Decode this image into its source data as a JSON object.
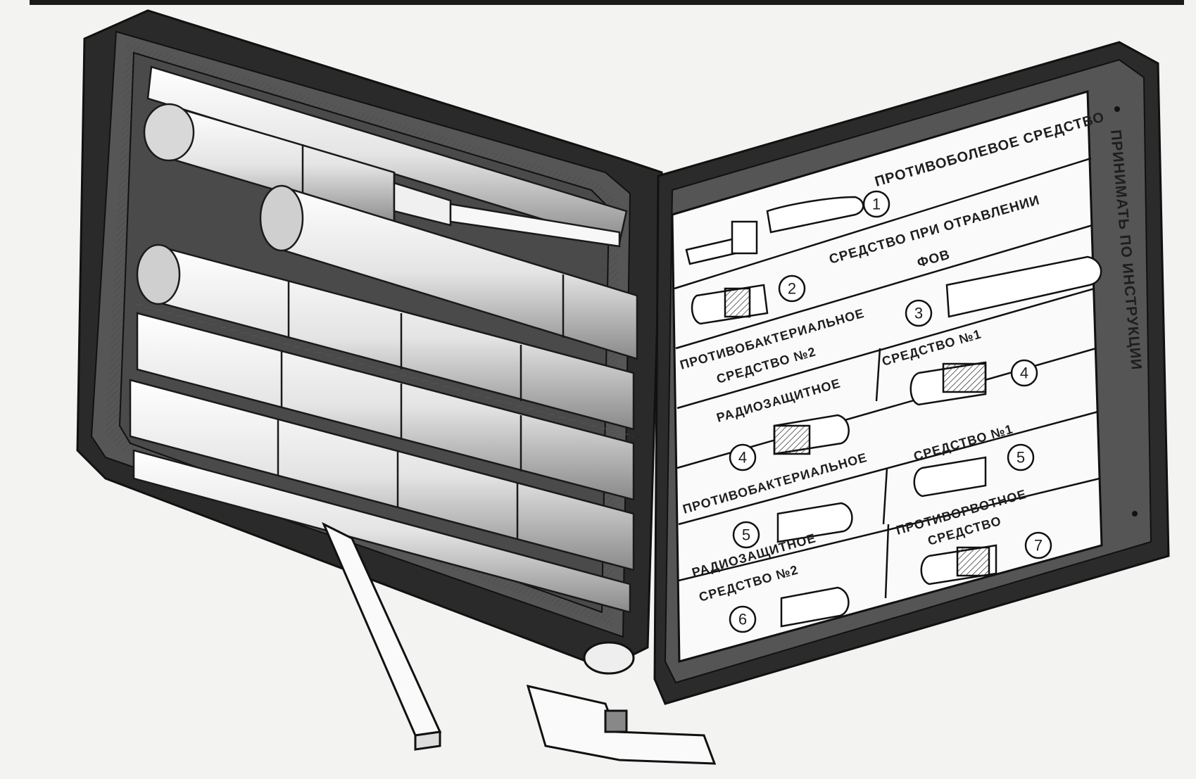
{
  "lid_labels": {
    "side_instruction": "ПРИНИМАТЬ ПО ИНСТРУКЦИИ",
    "item1": "ПРОТИВОБОЛЕВОЕ СРЕДСТВО",
    "item2_line1": "СРЕДСТВО ПРИ ОТРАВЛЕНИИ",
    "item2_line2": "ФОВ",
    "item3_line1": "ПРОТИВОБАКТЕРИАЛЬНОЕ",
    "item3_line2": "СРЕДСТВО №2",
    "item4_left": "РАДИОЗАЩИТНОЕ",
    "item4_right": "СРЕДСТВО №1",
    "item5_left": "ПРОТИВОБАКТЕРИАЛЬНОЕ",
    "item5_right": "СРЕДСТВО №1",
    "item6_line1": "РАДИОЗАЩИТНОЕ",
    "item6_line2": "СРЕДСТВО №2",
    "item7_line1": "ПРОТИВОРВОТНОЕ",
    "item7_line2": "СРЕДСТВО"
  },
  "numbers": {
    "n1": "1",
    "n2": "2",
    "n3": "3",
    "n4a": "4",
    "n4b": "4",
    "n5a": "5",
    "n5b": "5",
    "n6": "6",
    "n7": "7"
  }
}
